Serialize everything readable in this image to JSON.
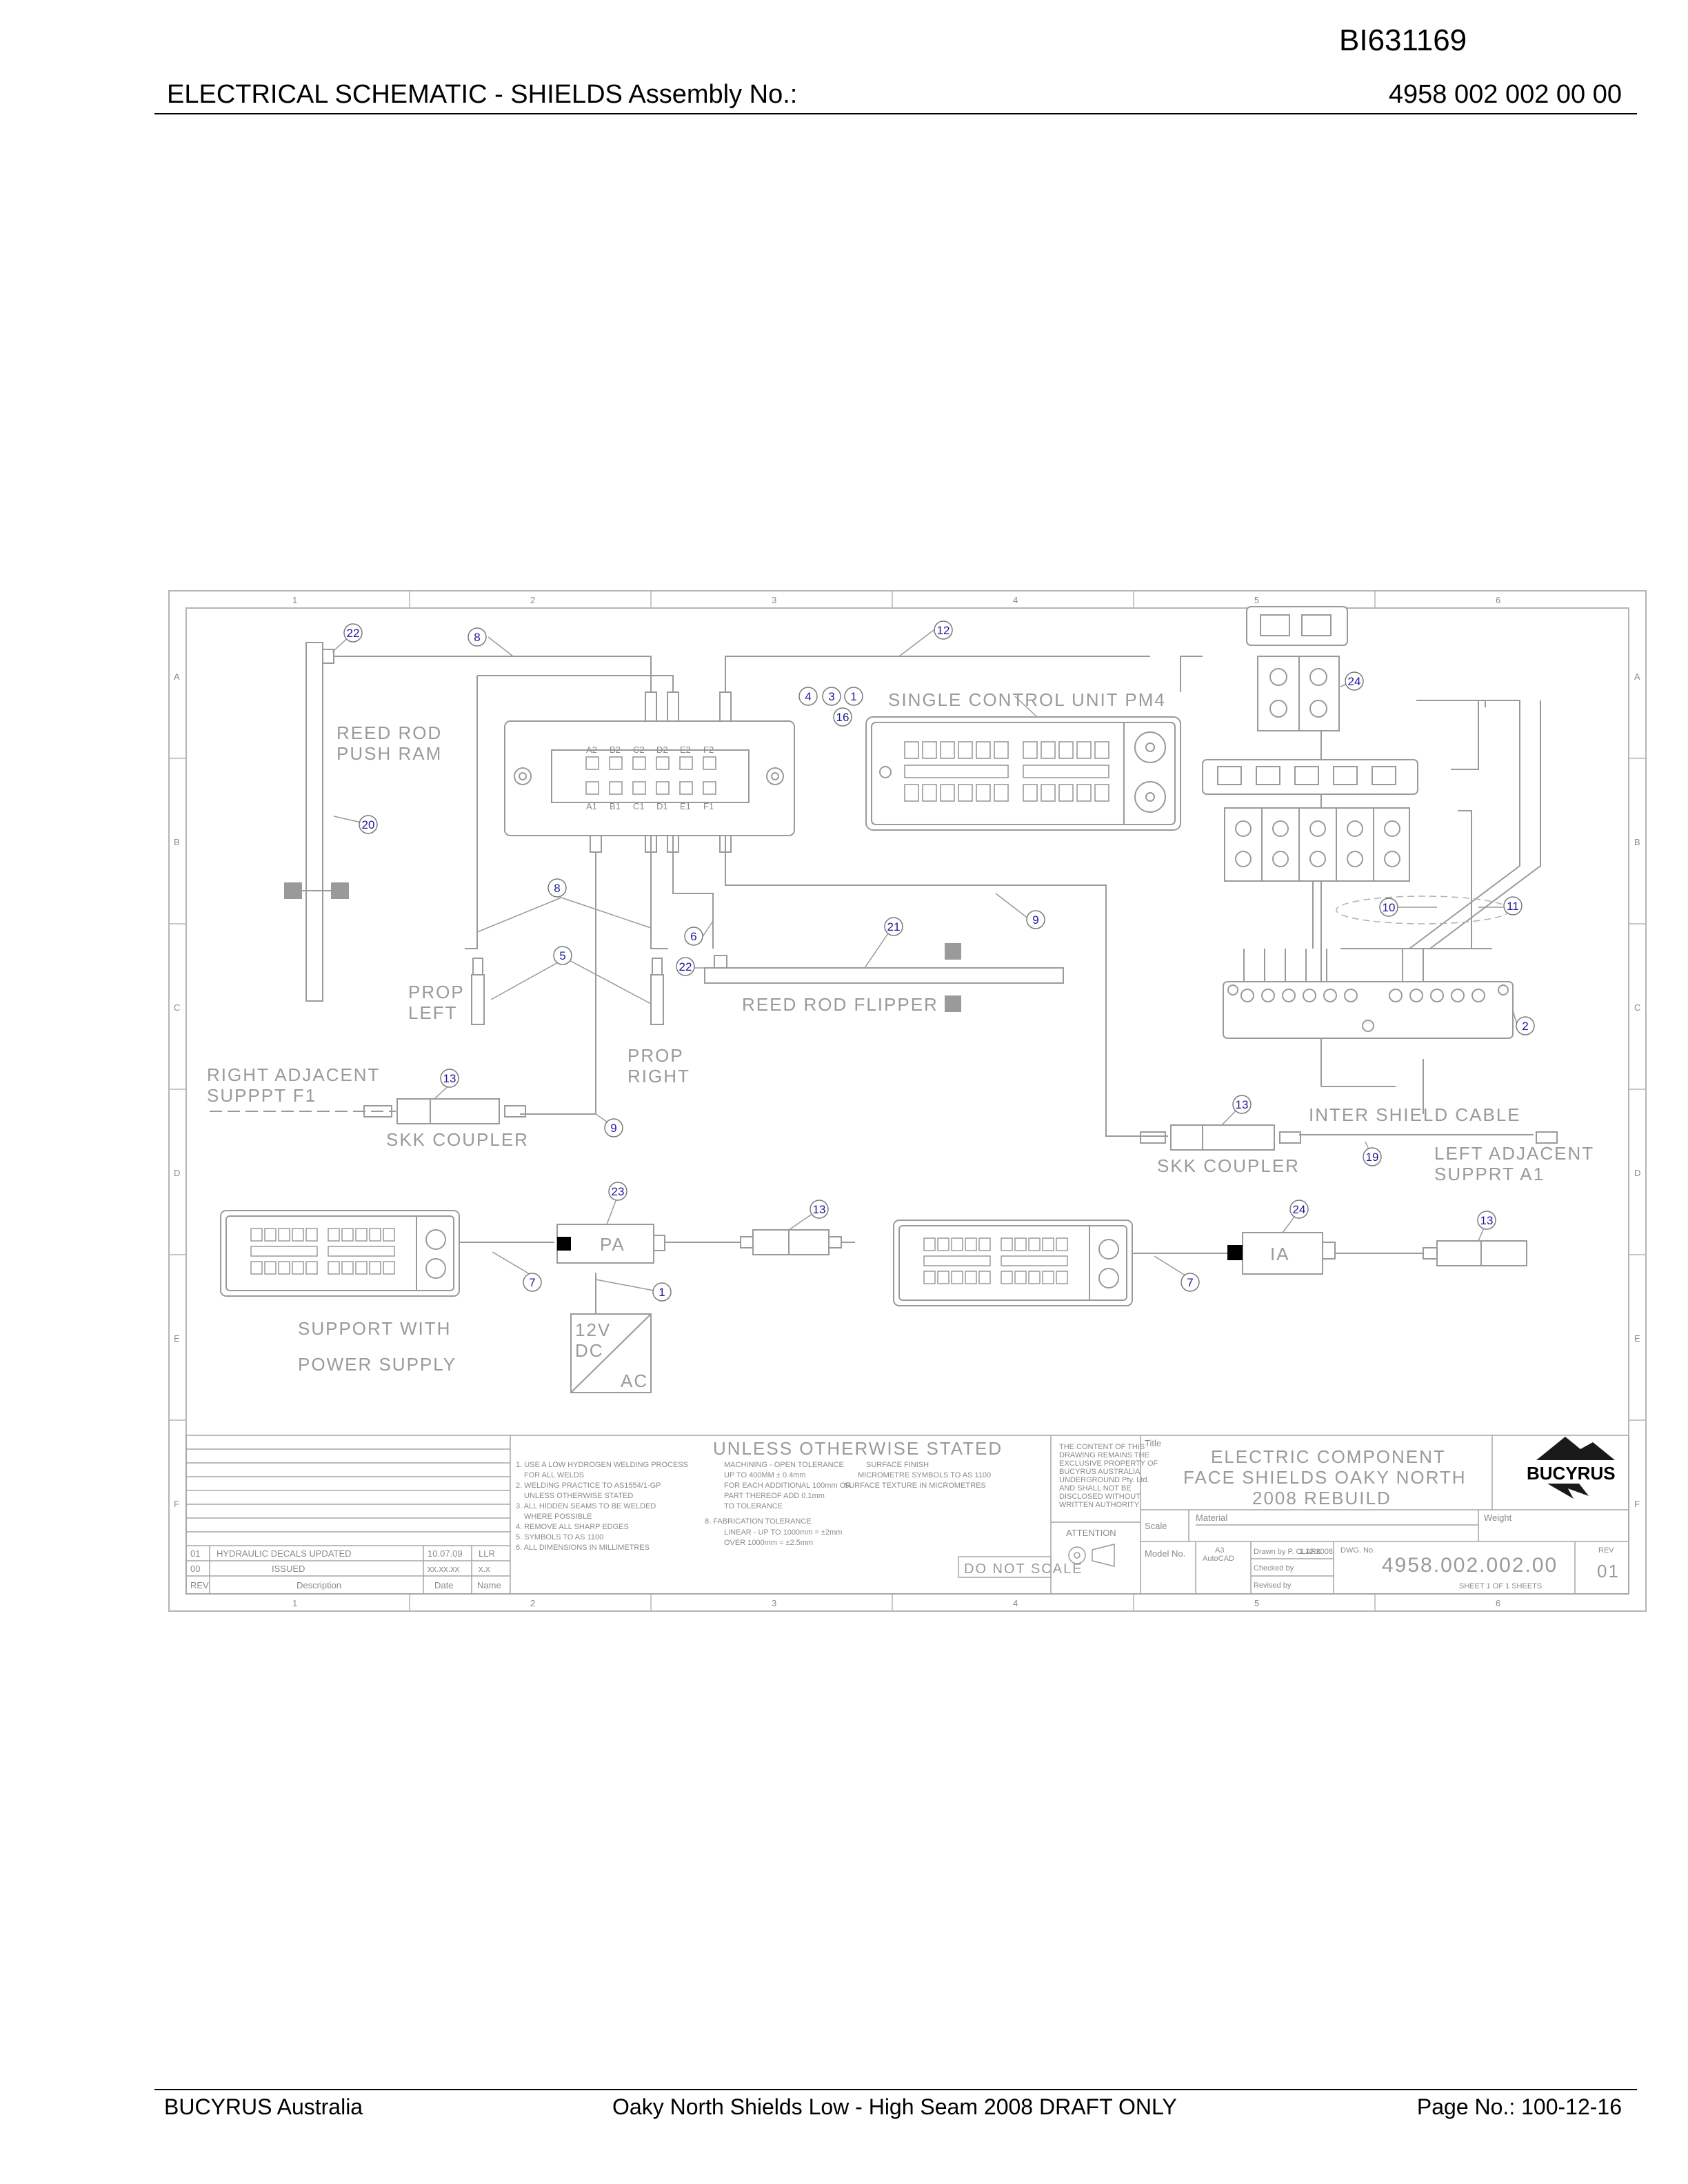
{
  "header": {
    "doc_id": "BI631169",
    "title": "ELECTRICAL SCHEMATIC - SHIELDS   Assembly No.:",
    "assembly_no": "4958 002 002 00 00"
  },
  "footer": {
    "company": "BUCYRUS Australia",
    "project": "Oaky North Shields Low - High Seam 2008 DRAFT ONLY",
    "page": "Page No.:   100-12-16"
  },
  "drawing": {
    "border_columns": [
      "1",
      "2",
      "3",
      "4",
      "5",
      "6"
    ],
    "border_rows": [
      "A",
      "B",
      "C",
      "D",
      "E",
      "F"
    ],
    "labels": {
      "reed_rod_push_ram_1": "REED ROD",
      "reed_rod_push_ram_2": "PUSH RAM",
      "single_control_unit": "SINGLE CONTROL UNIT PM4",
      "prop_left_1": "PROP",
      "prop_left_2": "LEFT",
      "prop_right_1": "PROP",
      "prop_right_2": "RIGHT",
      "reed_rod_flipper": "REED ROD FLIPPER",
      "right_adjacent_1": "RIGHT ADJACENT",
      "right_adjacent_2": "SUPPPT F1",
      "skk_coupler_left": "SKK COUPLER",
      "skk_coupler_right": "SKK COUPLER",
      "inter_shield_cable": "INTER SHIELD CABLE",
      "left_adjacent_1": "LEFT ADJACENT",
      "left_adjacent_2": "SUPPRT A1",
      "pa": "PA",
      "ia": "IA",
      "v12": "12V",
      "dc": "DC",
      "ac": "AC",
      "support_power_1": "SUPPORT WITH",
      "support_power_2": "POWER SUPPLY"
    },
    "junction_top_labels": [
      "A2",
      "B2",
      "C2",
      "D2",
      "E2",
      "F2"
    ],
    "junction_bottom_labels": [
      "A1",
      "B1",
      "C1",
      "D1",
      "E1",
      "F1"
    ],
    "balloons": {
      "b22a": "22",
      "b8a": "8",
      "b12": "12",
      "b4": "4",
      "b3": "3",
      "b1a": "1",
      "b16": "16",
      "b24a": "24",
      "b20": "20",
      "b8b": "8",
      "b9a": "9",
      "b10": "10",
      "b11": "11",
      "b6": "6",
      "b21": "21",
      "b5": "5",
      "b22b": "22",
      "b2": "2",
      "b13a": "13",
      "b9b": "9",
      "b13b": "13",
      "b19": "19",
      "b23": "23",
      "b13c": "13",
      "b24b": "24",
      "b13d": "13",
      "b7a": "7",
      "b1b": "1",
      "b7b": "7"
    },
    "title_block": {
      "unless_stated": "UNLESS OTHERWISE STATED",
      "notes": [
        "1. USE A LOW HYDROGEN WELDING PROCESS",
        "FOR ALL WELDS",
        "2. WELDING PRACTICE TO AS1554/1-GP",
        "UNLESS OTHERWISE STATED",
        "3. ALL HIDDEN SEAMS TO BE WELDED",
        "WHERE POSSIBLE",
        "4. REMOVE ALL SHARP EDGES",
        "5. SYMBOLS TO AS 1100",
        "6. ALL DIMENSIONS IN MILLIMETRES"
      ],
      "tol_notes": [
        "MACHINING - OPEN TOLERANCE",
        "UP TO 400MM  ±  0.4mm",
        "FOR EACH ADDITIONAL 100mm OR",
        "PART THEREOF  ADD 0.1mm",
        "TO TOLERANCE",
        "8. FABRICATION TOLERANCE",
        "LINEAR - UP TO 1000mm = ±2mm",
        "OVER 1000mm = ±2.5mm"
      ],
      "surface_notes": [
        "SURFACE FINISH",
        "MICROMETRE SYMBOLS TO AS 1100",
        "SURFACE TEXTURE IN MICROMETRES"
      ],
      "revisions": [
        {
          "rev": "01",
          "desc": "HYDRAULIC DECALS UPDATED",
          "date": "10.07.09",
          "name": "LLR"
        },
        {
          "rev": "00",
          "desc": "ISSUED",
          "date": "xx.xx.xx",
          "name": "x.x"
        }
      ],
      "rev_headers": {
        "rev": "REV",
        "desc": "Description",
        "date": "Date",
        "name": "Name"
      },
      "copyright": [
        "THE CONTENT OF THIS",
        "DRAWING REMAINS THE",
        "EXCLUSIVE PROPERTY OF",
        "BUCYRUS AUSTRALIA",
        "UNDERGROUND Pty. Ltd.",
        "AND SHALL NOT BE",
        "DISCLOSED WITHOUT",
        "WRITTEN AUTHORITY"
      ],
      "attention": "ATTENTION",
      "do_not_scale": "DO NOT SCALE",
      "title_label": "Title",
      "title_lines": [
        "ELECTRIC COMPONENT",
        "FACE SHIELDS OAKY NORTH",
        "2008 REBUILD"
      ],
      "scale_label": "Scale",
      "material_label": "Material",
      "weight_label": "Weight",
      "size": "A3",
      "cad": "AutoCAD",
      "drawn_by": "Drawn by P. CLARK",
      "drawn_date": "1.12.2008",
      "checked_by": "Checked by",
      "revised_by": "Revised by",
      "model_no": "Model No.",
      "dwg_no_label": "DWG. No.",
      "dwg_no": "4958.002.002.00",
      "rev_label": "REV",
      "rev_value": "01",
      "sheet": "SHEET  1  OF 1  SHEETS",
      "logo": "BUCYRUS"
    }
  }
}
